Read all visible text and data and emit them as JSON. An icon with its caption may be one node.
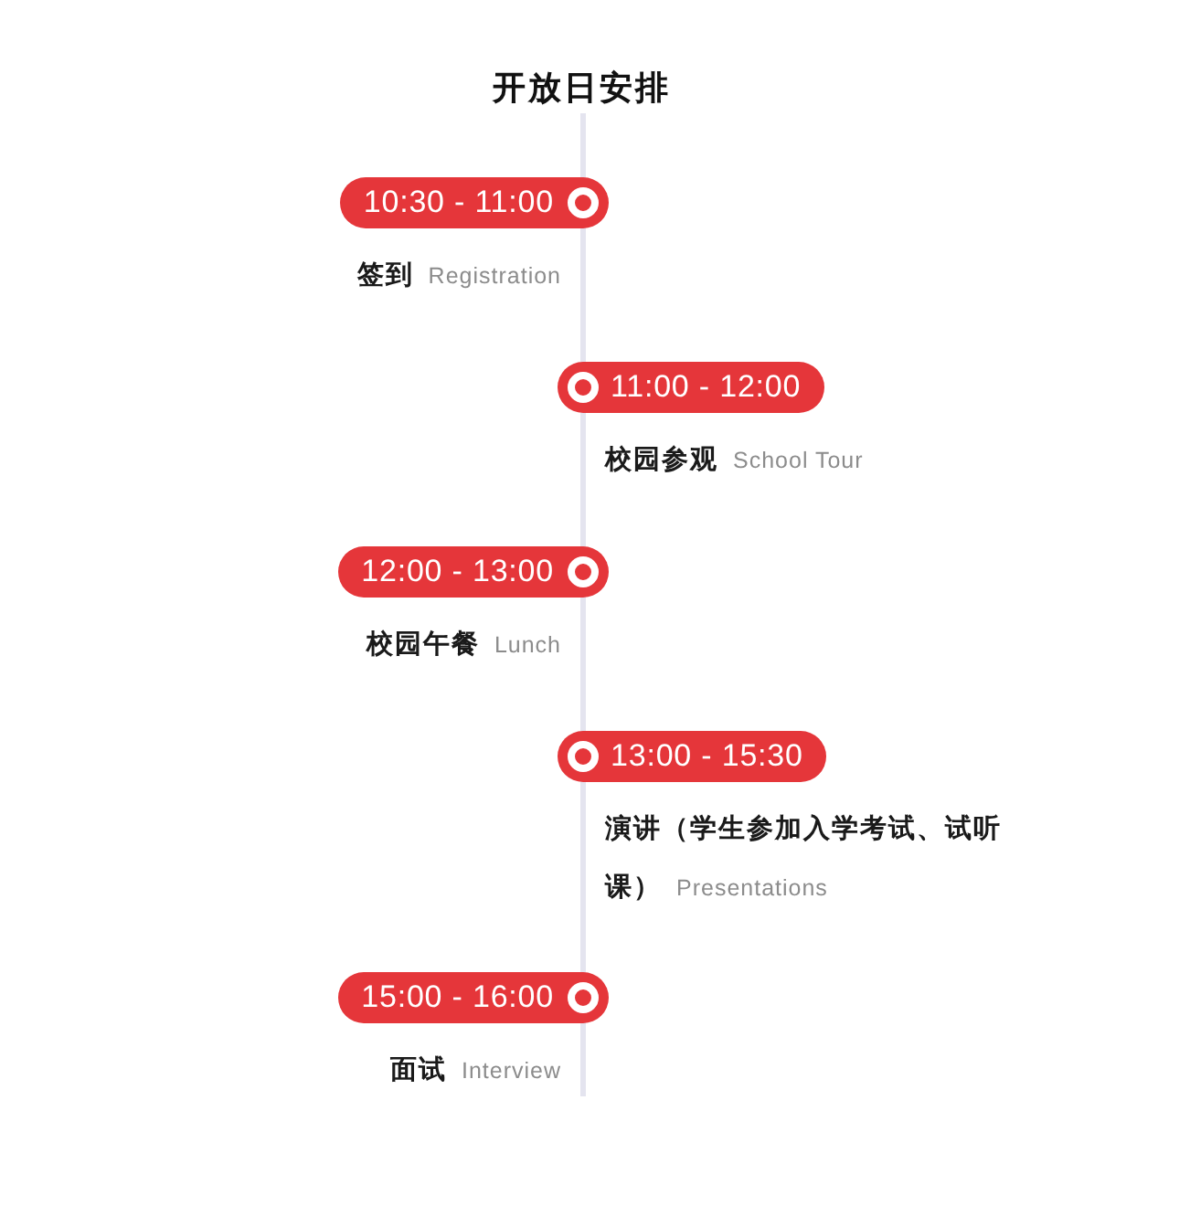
{
  "diagram": {
    "title": "开放日安排",
    "nodes": [
      {
        "text": [
          "10:30 - 11:00"
        ],
        "beside": [
          "签到",
          "Registration"
        ]
      },
      {
        "text": [
          "11:00 - 12:00"
        ],
        "beside": [
          "校园参观",
          "School Tour"
        ]
      },
      {
        "text": [
          "12:00 - 13:00"
        ],
        "beside": [
          "校园午餐",
          "Lunch"
        ]
      },
      {
        "text": [
          "13:00 - 15:30"
        ],
        "beside": [
          "演讲（学生参加入学考试、试听课）",
          "Presentations"
        ]
      },
      {
        "text": [
          "15:00 - 16:00"
        ],
        "beside": [
          "面试",
          "Interview"
        ]
      }
    ]
  }
}
